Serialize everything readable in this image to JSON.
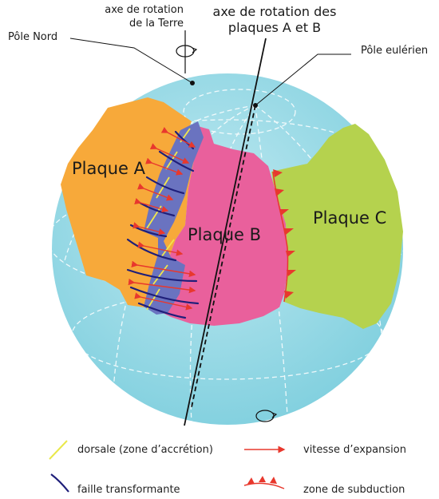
{
  "labels": {
    "earth_axis_line1": "axe de rotation",
    "earth_axis_line2": "de la Terre",
    "plates_axis_line1": "axe de rotation des",
    "plates_axis_line2": "plaques A et B",
    "north_pole": "Pôle Nord",
    "euler_pole": "Pôle eulérien",
    "plate_a": "Plaque A",
    "plate_b": "Plaque B",
    "plate_c": "Plaque C"
  },
  "legend": {
    "ridge": "dorsale (zone d’accrétion)",
    "spreading": "vitesse d’expansion",
    "transform": "faille transformante",
    "subduction": "zone de subduction"
  },
  "colors": {
    "globe": "#8fd3e0",
    "plate_a": "#f7a93a",
    "plate_b": "#e9609c",
    "plate_c": "#b5d24e",
    "ridge_band": "#6a73c0",
    "ridge": "#f2e84a",
    "transform": "#1f1f7a",
    "spreading_arrow": "#e8382d",
    "subduction": "#e8382d"
  },
  "icons": [
    "rotation-arrow-icon"
  ]
}
